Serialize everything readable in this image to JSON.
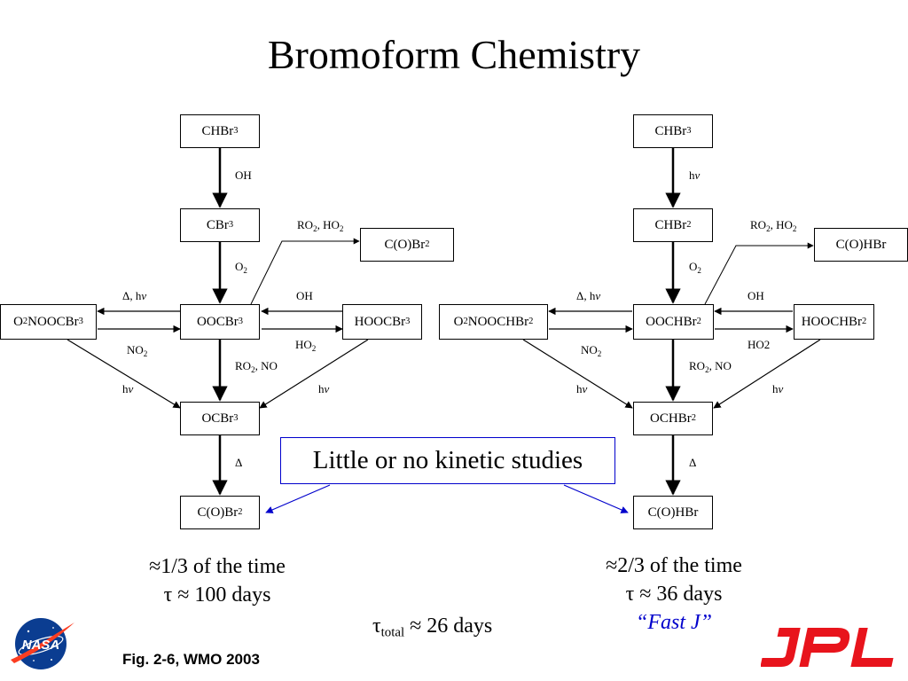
{
  "title": "Bromoform Chemistry",
  "callout": "Little or no kinetic studies",
  "footer": "Fig. 2-6, WMO 2003",
  "logos": {
    "nasa": "NASA",
    "jpl": "JPL"
  },
  "colors": {
    "callout_border": "#0000cc",
    "callout_arrows": "#0000cc",
    "fast_j": "#0000cc",
    "jpl_red": "#e8141c",
    "nasa_blue": "#0b3d91",
    "nasa_red": "#fc3d21"
  },
  "left": {
    "nodes": {
      "top": "CHBr₃",
      "radical": "CBr₃",
      "peroxy": "OOCBr₃",
      "nitrate": "O₂NOOCBr₃",
      "hydroperoxide": "HOOCBr₃",
      "alkoxy": "OCBr₃",
      "carbonyl_bottom": "C(O)Br₂",
      "carbonyl_side": "C(O)Br₂"
    },
    "labels": {
      "initiation": "OH",
      "o2": "O₂",
      "ro2_ho2": "RO₂, HO₂",
      "decomp_nitrate": "Δ, hν",
      "oh_hydroperoxide": "OH",
      "no2": "NO₂",
      "ho2": "HO₂",
      "ro2_no": "RO₂, NO",
      "hv_nitrate": "hν",
      "hv_hydroperoxide": "hν",
      "delta": "Δ"
    },
    "fraction": "≈1/3 of the time",
    "lifetime": "τ ≈ 100 days"
  },
  "right": {
    "nodes": {
      "top": "CHBr₃",
      "radical": "CHBr₂",
      "peroxy": "OOCHBr₂",
      "nitrate": "O₂NOOCHBr₂",
      "hydroperoxide": "HOOCHBr₂",
      "alkoxy": "OCHBr₂",
      "carbonyl_bottom": "C(O)HBr",
      "carbonyl_side": "C(O)HBr"
    },
    "labels": {
      "initiation": "hν",
      "o2": "O₂",
      "ro2_ho2": "RO₂, HO₂",
      "decomp_nitrate": "Δ, hν",
      "oh_hydroperoxide": "OH",
      "no2": "NO₂",
      "ho2": "HO2",
      "ro2_no": "RO₂, NO",
      "hv_nitrate": "hν",
      "hv_hydroperoxide": "hν",
      "delta": "Δ"
    },
    "fraction": "≈2/3 of the time",
    "lifetime": "τ ≈ 36 days",
    "source": "“Fast J”"
  },
  "total_lifetime": {
    "symbol": "τ",
    "subscript": "total",
    "value": " ≈ 26 days"
  }
}
